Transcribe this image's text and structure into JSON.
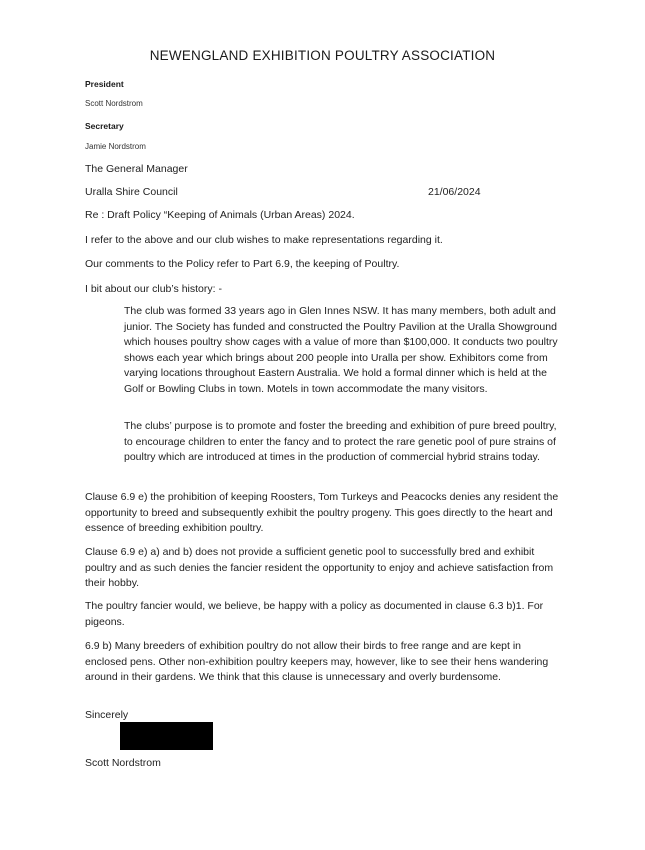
{
  "letter": {
    "org_title": "NEWENGLAND EXHIBITION POULTRY ASSOCIATION",
    "president_label": "President",
    "president_name": "Scott Nordstrom",
    "secretary_label": "Secretary",
    "secretary_name": "Jamie Nordstrom",
    "recipient_line1": "The General Manager",
    "recipient_line2": "Uralla Shire Council",
    "date": "21/06/2024",
    "re_line": "Re : Draft Policy “Keeping of Animals (Urban Areas) 2024.",
    "intro": "I refer to the above and our club wishes to make representations regarding it.",
    "comments": "Our comments to the Policy refer to Part 6.9, the keeping of Poultry.",
    "history_heading": "I bit about our club’s history: -",
    "history_p1": "The club was formed 33 years ago in Glen Innes NSW. It has many members, both adult and junior. The Society has funded and constructed the Poultry Pavilion at the Uralla Showground which houses poultry show cages with a value of more than $100,000. It conducts two poultry shows each year which brings about 200 people into Uralla per show. Exhibitors come from varying locations throughout Eastern Australia. We hold a formal dinner which is held at the Golf or Bowling Clubs in town. Motels in town accommodate the many visitors.",
    "history_p2": "The clubs’ purpose is to promote and foster the breeding and exhibition of pure breed poultry, to encourage children to enter the fancy and to protect the rare genetic pool of pure strains of poultry which are introduced at times in the production of commercial hybrid strains today.",
    "clause_e": "Clause 6.9 e) the prohibition of keeping Roosters, Tom Turkeys and Peacocks denies any resident the opportunity to breed and subsequently exhibit the poultry progeny. This goes directly to the heart and essence of breeding exhibition poultry.",
    "clause_ab": "Clause 6.9 e) a) and b) does not provide a sufficient genetic pool to successfully bred and exhibit poultry and as such denies the fancier resident the opportunity to enjoy and achieve satisfaction from their hobby.",
    "clause_63": "The poultry fancier would, we believe, be happy with a policy as documented in clause 6.3 b)1. For pigeons.",
    "clause_b": "6.9 b) Many breeders of exhibition poultry do not allow their birds to free range and are kept in enclosed pens. Other non-exhibition poultry keepers may, however, like to see their hens wandering around in their gardens.  We think that this clause is unnecessary and overly burdensome.",
    "closing": "Sincerely",
    "signer": "Scott Nordstrom"
  },
  "colors": {
    "text": "#222222",
    "redaction": "#000000"
  }
}
